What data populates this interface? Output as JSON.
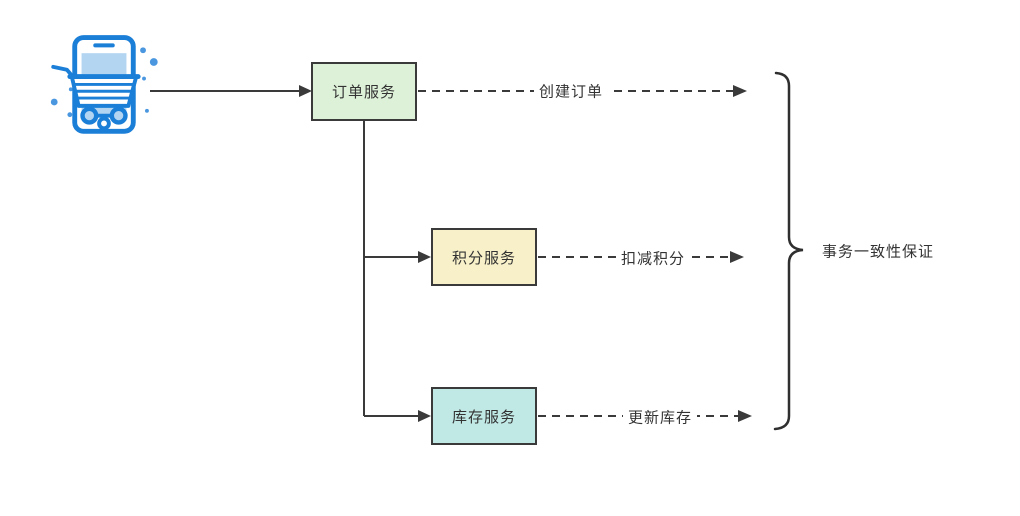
{
  "nodes": {
    "client": {
      "icon": "mobile-shopping-cart-icon"
    },
    "order": {
      "label": "订单服务",
      "fill": "#ddf0d8"
    },
    "points": {
      "label": "积分服务",
      "fill": "#f7f0c8"
    },
    "inventory": {
      "label": "库存服务",
      "fill": "#c0e9e6"
    }
  },
  "edges": {
    "create_order": {
      "label": "创建订单",
      "style": "dashed-arrow"
    },
    "deduct_points": {
      "label": "扣减积分",
      "style": "dashed-arrow"
    },
    "update_inventory": {
      "label": "更新库存",
      "style": "dashed-arrow"
    }
  },
  "annotation": {
    "brace_label": "事务一致性保证"
  },
  "colors": {
    "line": "#3a3a3a",
    "text": "#333333",
    "icon_blue": "#1b7fd8",
    "icon_light_blue": "#b3d5f2",
    "background": "#ffffff"
  }
}
